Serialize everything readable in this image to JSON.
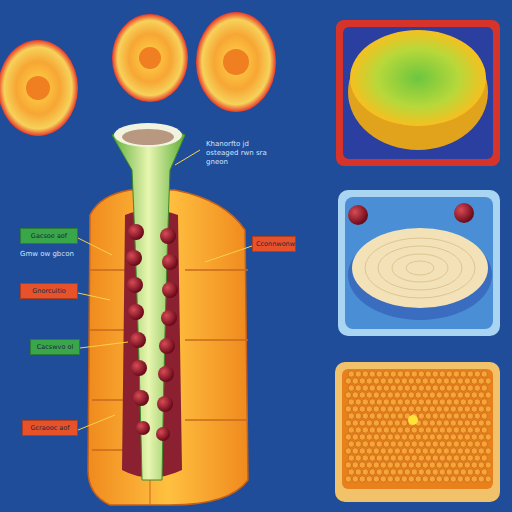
{
  "diagram": {
    "nodes": [
      {
        "text": [
          "Gacsoe aof"
        ]
      },
      {
        "text": [
          "Gnorcuitio"
        ]
      },
      {
        "text": [
          "Cacswvo ol"
        ]
      },
      {
        "text": [
          "Gcraooc aof"
        ]
      },
      {
        "text": [
          "Cconnwonw"
        ]
      }
    ],
    "labels": [
      "Khanorfto jd osteaged rwn sra gneon",
      "Gmw ow gbcon"
    ]
  }
}
